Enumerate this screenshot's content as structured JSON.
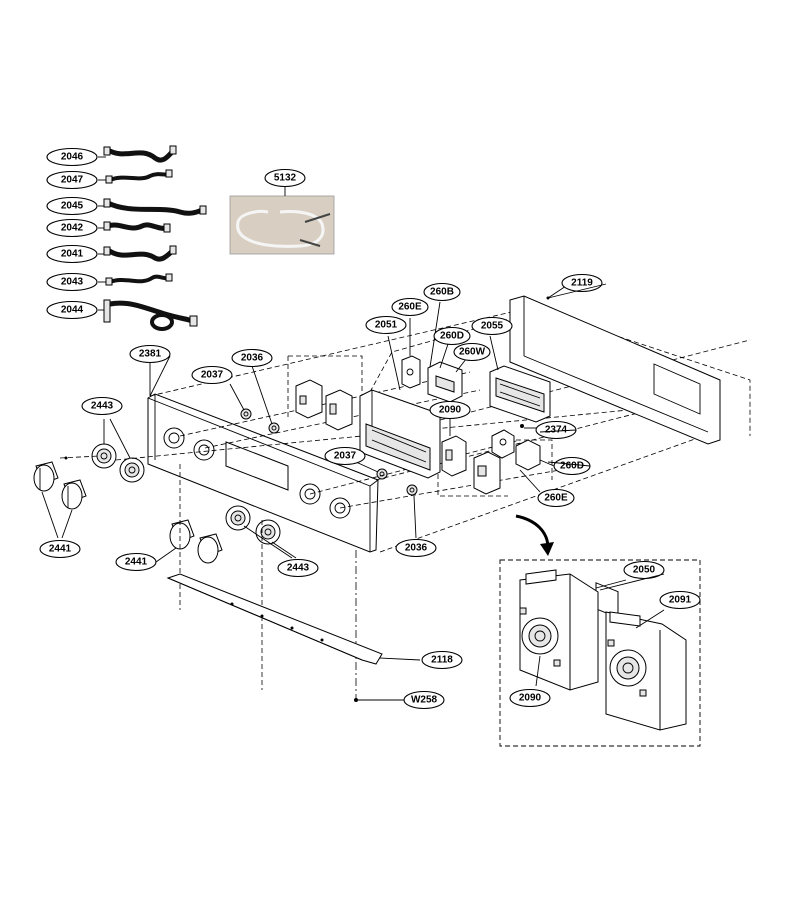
{
  "callouts": {
    "c2046": "2046",
    "c2047": "2047",
    "c2045": "2045",
    "c2042": "2042",
    "c2041": "2041",
    "c2043": "2043",
    "c2044": "2044",
    "c5132": "5132",
    "c2381": "2381",
    "c2036a": "2036",
    "c2037a": "2037",
    "c2443a": "2443",
    "c2441a": "2441",
    "c2441b": "2441",
    "c2443b": "2443",
    "c2037b": "2037",
    "c2036b": "2036",
    "c2051": "2051",
    "c260E_a": "260E",
    "c260B": "260B",
    "c260D_a": "260D",
    "c260W": "260W",
    "c2055": "2055",
    "c2119": "2119",
    "c2090a": "2090",
    "c2374": "2374",
    "c260D_b": "260D",
    "c260E_b": "260E",
    "c2118": "2118",
    "cW258": "W258",
    "c2050": "2050",
    "c2091": "2091",
    "c2090b": "2090"
  }
}
